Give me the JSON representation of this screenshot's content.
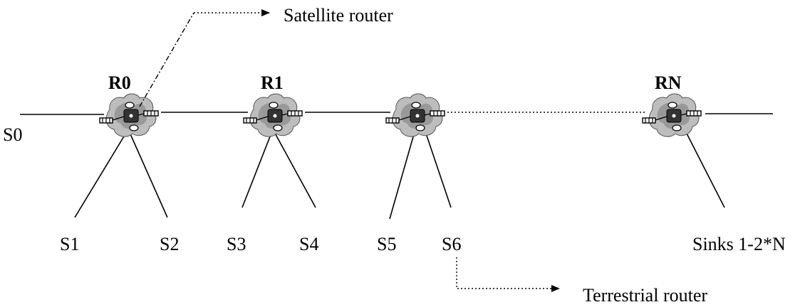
{
  "routers": {
    "r0": {
      "label": "R0"
    },
    "r1": {
      "label": "R1"
    },
    "rn": {
      "label": "RN"
    }
  },
  "nodes": {
    "s0": "S0",
    "s1": "S1",
    "s2": "S2",
    "s3": "S3",
    "s4": "S4",
    "s5": "S5",
    "s6": "S6",
    "sinks": "Sinks 1-2*N"
  },
  "annotations": {
    "satellite": "Satellite router",
    "terrestrial": "Terrestrial router"
  }
}
